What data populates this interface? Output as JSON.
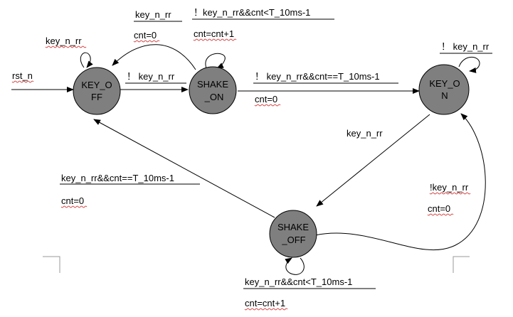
{
  "states": {
    "key_off": {
      "line1": "KEY_O",
      "line2": "FF"
    },
    "shake_on": {
      "line1": "SHAKE",
      "line2": "_ON"
    },
    "key_on": {
      "line1": "KEY_O",
      "line2": "N"
    },
    "shake_off": {
      "line1": "SHAKE",
      "line2": "_OFF"
    }
  },
  "labels": {
    "reset": "rst_n",
    "off_self_loop": "key_n_rr",
    "on_to_off_condition": "key_n_rr",
    "on_to_off_action": "cnt=0",
    "on_self_loop_condition": "！key_n_rr&&cnt<T_10ms-1",
    "on_self_loop_action": "cnt=cnt+1",
    "off_to_on_condition": "！ key_n_rr",
    "on_to_keyon_condition": "！ key_n_rr&&cnt==T_10ms-1",
    "on_to_keyon_action": "cnt=0",
    "keyon_self_loop": "！ key_n_rr",
    "keyon_to_shakeoff_condition": "key_n_rr",
    "shakeoff_to_keyoff_condition": "key_n_rr&&cnt==T_10ms-1",
    "shakeoff_to_keyoff_action": "cnt=0",
    "shakeoff_to_keyon_condition": "!key_n_rr",
    "shakeoff_to_keyon_action": "cnt=0",
    "shakeoff_self_loop_condition": "key_n_rr&&cnt<T_10ms-1",
    "shakeoff_self_loop_action": "cnt=cnt+1"
  },
  "colors": {
    "state_fill": "#7f7f7f",
    "line": "#000000",
    "spell_underline": "#d02020",
    "corner_mark": "#9a9a9a"
  }
}
